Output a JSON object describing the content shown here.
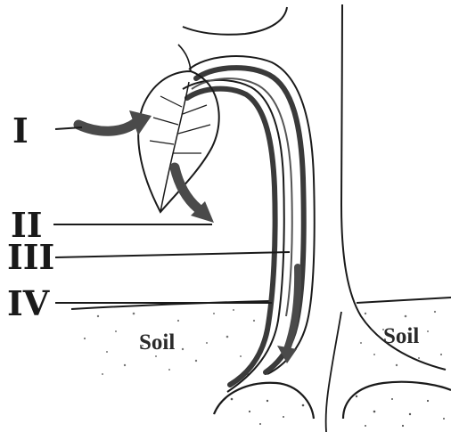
{
  "labels": {
    "l1": "I",
    "l2": "II",
    "l3": "III",
    "l4": "IV"
  },
  "soil": {
    "left": "Soil",
    "right": "Soil"
  },
  "colors": {
    "ink": "#1a1a1a",
    "arrow": "#4a4a4a",
    "soil_dots": "#555555"
  }
}
